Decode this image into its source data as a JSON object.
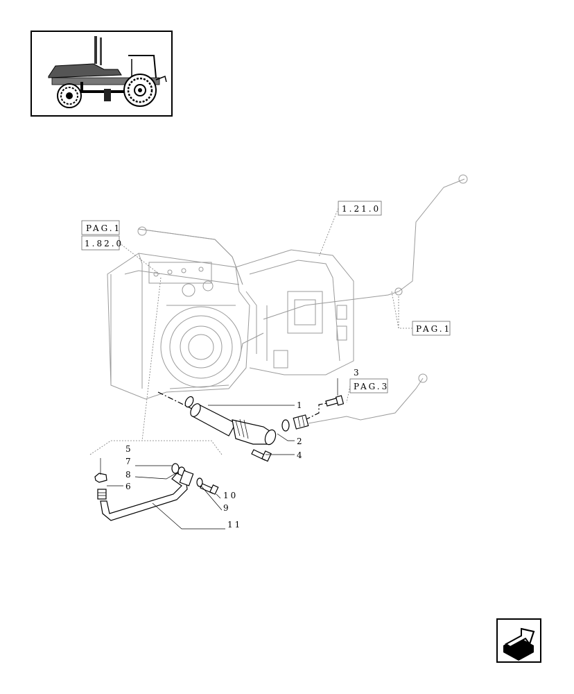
{
  "refs": {
    "pag1_top": "PAG.1",
    "sec_182": "1.82.0",
    "sec_121": "1.21.0",
    "pag1_right": "PAG.1",
    "pag3": "PAG.3"
  },
  "callouts": [
    "1",
    "2",
    "3",
    "4",
    "5",
    "6",
    "7",
    "8",
    "9",
    "10",
    "11"
  ],
  "nav": {
    "icon": "next-page-arrow-icon"
  },
  "colors": {
    "line": "#000000",
    "ghost": "#9a9a9a",
    "background": "#ffffff"
  }
}
